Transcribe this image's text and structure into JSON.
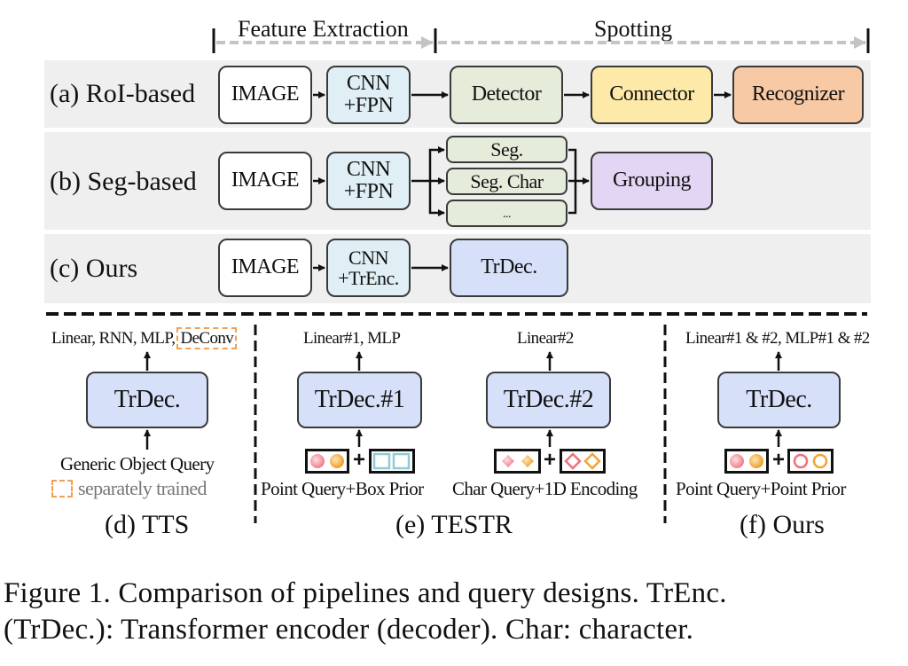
{
  "stages": {
    "feature_extraction": "Feature Extraction",
    "spotting": "Spotting"
  },
  "rows": [
    {
      "label": "(a) RoI-based",
      "blocks": [
        {
          "text": "IMAGE",
          "color": "#ffffff"
        },
        {
          "text": "CNN\n+FPN",
          "color": "#e0eff6"
        },
        {
          "text": "Detector",
          "color": "#e6ecda"
        },
        {
          "text": "Connector",
          "color": "#fde9a8"
        },
        {
          "text": "Recognizer",
          "color": "#f7c9a5"
        }
      ]
    },
    {
      "label": "(b) Seg-based",
      "blocks": [
        {
          "text": "IMAGE",
          "color": "#ffffff"
        },
        {
          "text": "CNN\n+FPN",
          "color": "#e0eff6"
        },
        {
          "text": "Seg.",
          "color": "#e6ecda"
        },
        {
          "text": "Seg. Char",
          "color": "#e6ecda"
        },
        {
          "text": "...",
          "color": "#e6ecda"
        },
        {
          "text": "Grouping",
          "color": "#e3d6f4"
        }
      ]
    },
    {
      "label": "(c) Ours",
      "blocks": [
        {
          "text": "IMAGE",
          "color": "#ffffff"
        },
        {
          "text": "CNN\n+TrEnc.",
          "color": "#e0eff6"
        },
        {
          "text": "TrDec.",
          "color": "#d6e0f8"
        }
      ]
    }
  ],
  "panels": {
    "tts": {
      "output": "Linear, RNN, MLP,",
      "output_dashed": "DeConv",
      "decoder": "TrDec.",
      "query": "Generic Object Query",
      "legend": "separately trained",
      "caption": "(d) TTS"
    },
    "testr": {
      "left": {
        "output": "Linear#1, MLP",
        "decoder": "TrDec.#1",
        "query": "Point Query+Box Prior"
      },
      "right": {
        "output": "Linear#2",
        "decoder": "TrDec.#2",
        "query": "Char Query+1D Encoding"
      },
      "plus": "+",
      "caption": "(e) TESTR"
    },
    "ours": {
      "output": "Linear#1 & #2, MLP#1 & #2",
      "decoder": "TrDec.",
      "query": "Point Query+Point Prior",
      "plus": "+",
      "caption": "(f) Ours"
    }
  },
  "colors": {
    "query_pink": "#f48a94",
    "query_orange": "#f2a535",
    "box_prior": "#8fcbd8",
    "dashed_orange": "#f0a055",
    "stage_arrow": "#c4c4c4"
  },
  "caption": {
    "line1": "Figure 1.  Comparison of pipelines and query designs.  TrEnc.",
    "line2": "(TrDec.): Transformer encoder (decoder). Char: character."
  }
}
